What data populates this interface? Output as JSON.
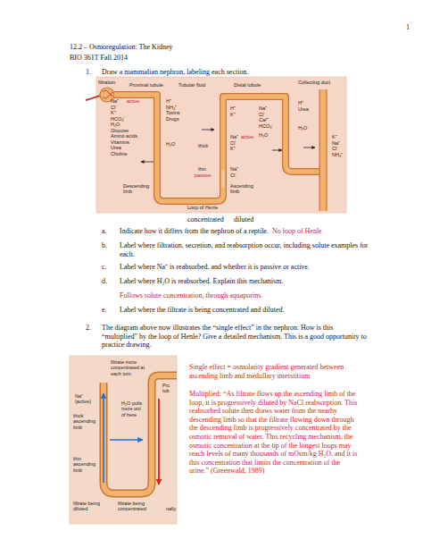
{
  "diagram": {
    "title": "12.2 – Osmoregulation: The Kidney",
    "labels": [
      "1",
      "BIO 361T Fall 2014",
      "1.",
      "Draw a mammalian nephron, labeling each section.",
      "filtration",
      "Proximal tubule",
      "Tubular fluid",
      "Distal tubule",
      "Collecting duct",
      "Na⁺",
      "Cl⁻",
      "K⁺",
      "HCO₃⁻",
      "H₂O",
      "Glucose",
      "Amino acids",
      "Vitamins",
      "Urea",
      "Choline",
      "active",
      "H⁺",
      "NH₄⁺",
      "Toxins",
      "Drugs",
      "H₂O",
      "thick",
      "Na⁺",
      "Cl⁻",
      "K⁺",
      "active",
      "thin",
      "passive",
      "Na⁺",
      "Cl⁻",
      "H⁺",
      "K⁺",
      "Na⁺",
      "Cl⁻",
      "Ca²⁺",
      "HCO₃⁻",
      "H₂O",
      "H⁺",
      "Urea",
      "H₂O",
      "K⁺",
      "Na⁺",
      "Cl⁻",
      "NH₄⁺",
      "Descending limb",
      "Ascending limb",
      "Loop of Henle",
      "concentrated",
      "diluted",
      "a.",
      "Indicate how it differs from the nephron of a reptile.",
      "No loop of Henle",
      "b.",
      "Label where filtration, secretion, and reabsorption occur, including solute examples for each.",
      "c.",
      "Label where Na⁺ is reabsorbed, and whether it is passive or active.",
      "d.",
      "Label where H₂O is reabsorbed.  Explain this mechanism.",
      "Follows solute concentration, through aquaporins.",
      "e.",
      "Label where the filtrate is being concentrated and diluted.",
      "2.",
      "The diagram above now illustrates the “single effect” in the nephron.  How is this “multiplied” by the loop of Henle?  Give a detailed mechanism.  This is a good opportunity to practice drawing.",
      "filtrate more concentrated at each turn",
      "Na⁺ (active)",
      "thick ascending limb",
      "H₂O pulls more out of here",
      "thin ascending limb",
      "filtrate being diluted",
      "filtrate being concentrated",
      "Prc tub",
      "nally",
      "Single effect = osmolarity gradient generated between ascending limb and medullary interstitium",
      "Multiplied: “As filtrate flows up the ascending limb of the loop, it is progressively diluted by NaCl reabsorption. This reabsorbed solute then draws water from the nearby descending limb so that the filtrate flowing down through the descending limb is progressively concentrated by the osmotic removal of water. This recycling mechanism, the osmotic concentration at the tip of the longest loops may reach levels of many thousands of mOsm/kg H₂O, and it is this concentration that limits the concentration of the urine.” (Greenwald, 1989)"
    ]
  }
}
